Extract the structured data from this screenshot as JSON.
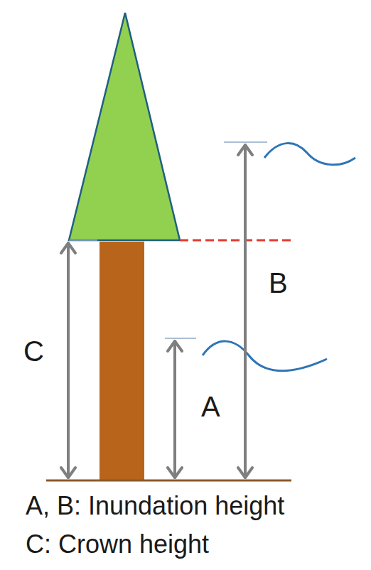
{
  "diagram": {
    "labels": [
      "B",
      "C",
      "A",
      "A, B: Inundation height",
      "C: Crown height"
    ]
  }
}
